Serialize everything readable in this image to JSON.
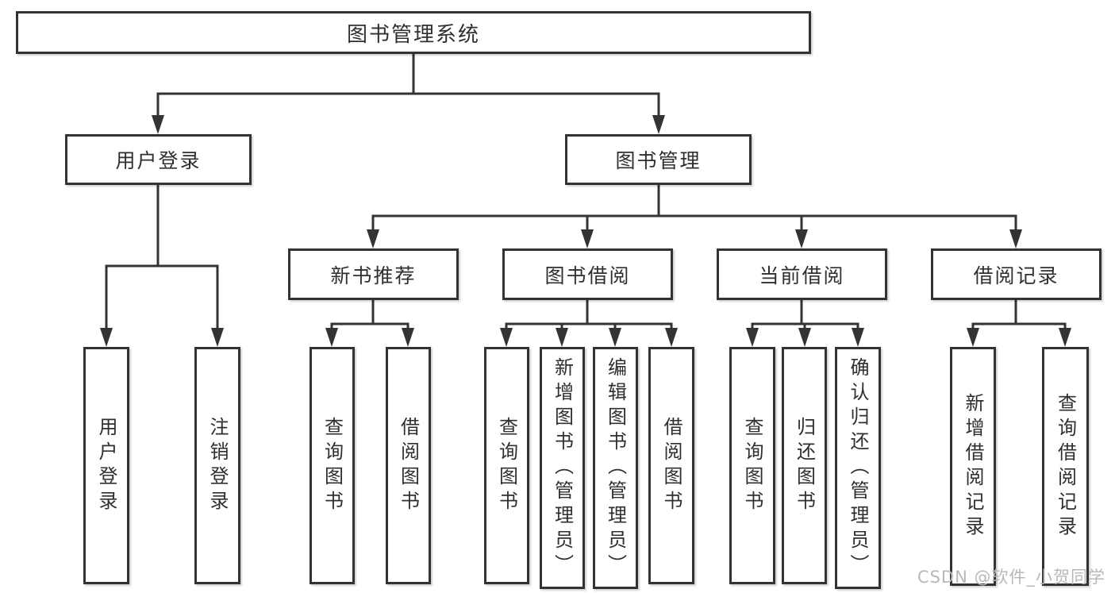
{
  "diagram_title": "图书管理系统",
  "colors": {
    "line": "#333333",
    "border": "#333333",
    "text": "#2f2f2f",
    "background": "#ffffff",
    "watermark": "#b8b8b8"
  },
  "tree": {
    "label": "图书管理系统",
    "children": [
      {
        "label": "用户登录",
        "children": [
          {
            "label": "用户登录"
          },
          {
            "label": "注销登录"
          }
        ]
      },
      {
        "label": "图书管理",
        "children": [
          {
            "label": "新书推荐",
            "children": [
              {
                "label": "查询图书"
              },
              {
                "label": "借阅图书"
              }
            ]
          },
          {
            "label": "图书借阅",
            "children": [
              {
                "label": "查询图书"
              },
              {
                "label": "新增图书（管理员）"
              },
              {
                "label": "编辑图书（管理员）"
              },
              {
                "label": "借阅图书"
              }
            ]
          },
          {
            "label": "当前借阅",
            "children": [
              {
                "label": "查询图书"
              },
              {
                "label": "归还图书"
              },
              {
                "label": "确认归还（管理员）"
              }
            ]
          },
          {
            "label": "借阅记录",
            "children": [
              {
                "label": "新增借阅记录"
              },
              {
                "label": "查询借阅记录"
              }
            ]
          }
        ]
      }
    ]
  },
  "watermark": "CSDN @软件_小贺同学"
}
